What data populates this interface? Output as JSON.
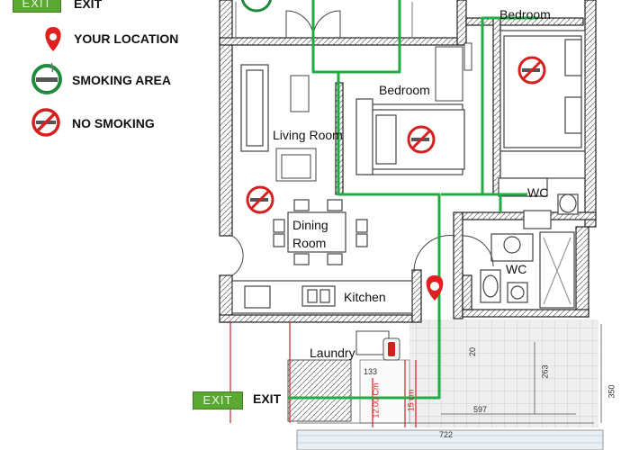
{
  "legend": {
    "exit_sign": "EXIT",
    "exit_label": "EXIT",
    "location_label": "YOUR LOCATION",
    "smoking_label": "SMOKING AREA",
    "nosmoking_label": "NO SMOKING"
  },
  "rooms": {
    "bedroom_top": "Bedroom",
    "bedroom_mid": "Bedroom",
    "living": "Living Room",
    "dining_1": "Dining",
    "dining_2": "Room",
    "wc_right": "WC",
    "wc_center": "WC",
    "kitchen": "Kitchen",
    "laundry": "Laundry"
  },
  "exit_main": {
    "sign": "EXIT",
    "label": "EXIT"
  },
  "dimensions": {
    "d1": "263",
    "d2": "350",
    "d3": "20",
    "d4": "597",
    "d5": "722",
    "d6": "133",
    "d7": "12.00 Cm",
    "d8": "15 cm"
  },
  "colors": {
    "route": "#22aa44",
    "wall": "#333333",
    "nosmoking": "#d62020",
    "location": "#e02020",
    "exit_green": "#5aa832"
  }
}
